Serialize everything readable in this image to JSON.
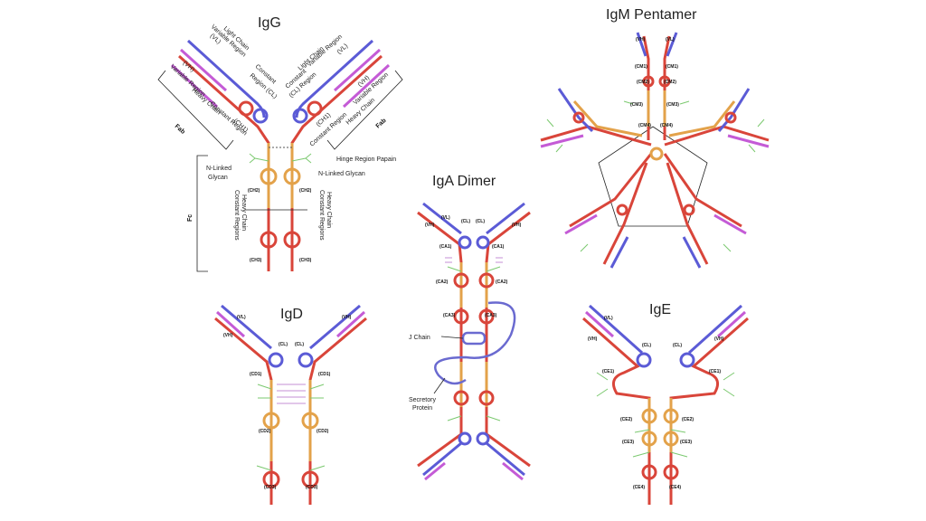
{
  "titles": {
    "igg": "IgG",
    "igm": "IgM Pentamer",
    "iga": "IgA Dimer",
    "igd": "IgD",
    "ige": "IgE"
  },
  "igg_labels": {
    "light_chain_left": "Light Chain",
    "variable_region_vl_left": "Variable Region",
    "vl_left": "(VL)",
    "constant_region_cl_left": "Constant",
    "region_cl_left": "Region (CL)",
    "vh_left": "(VH)",
    "variable_region_vh_left": "Variable Region",
    "heavy_chain_left": "Heavy Chain",
    "constant_region_left": "Constant Region",
    "ch1_left": "(CH1)",
    "fab_left": "Fab",
    "light_chain_right": "Light Chain",
    "variable_region_vl_right": "Variable Region",
    "vl_right": "(VL)",
    "constant_region_right": "Constant",
    "cl_region_right": "(CL) Region",
    "vh_right": "(VH)",
    "variable_region_vh_right": "Variable Region",
    "heavy_chain_right": "Heavy Chain",
    "constant_region_right2": "Constant Region",
    "ch1_right": "(CH1)",
    "fab_right": "Fab",
    "hinge": "Hinge Region Papain",
    "n_glycan_left": "N-Linked",
    "glycan_left": "Glycan",
    "n_glycan_right": "N-Linked Glycan",
    "fc": "Fc",
    "ch2_left": "(CH2)",
    "ch2_right": "(CH2)",
    "ch3_left": "(CH3)",
    "ch3_right": "(CH3)",
    "heavy_chain_const_left": "Heavy Chain",
    "const_regions_left": "Constant Regions",
    "heavy_chain_const_right": "Heavy Chain",
    "const_regions_right": "Constant Regions"
  },
  "iga_labels": {
    "vh_left": "(VH)",
    "vl_left": "(VL)",
    "cl_left": "(CL)",
    "cl_right": "(CL)",
    "vh_right": "(VH)",
    "ca1_left": "(CA1)",
    "ca1_right": "(CA1)",
    "ca2_left": "(CA2)",
    "ca2_right": "(CA2)",
    "ca3_left": "(CA3)",
    "ca3_right": "(CA3)",
    "j_chain": "J Chain",
    "secretory": "Secretory",
    "protein": "Protein"
  },
  "igm_labels": {
    "vh": "(VH)",
    "vl": "(VL)",
    "cm1_left": "(CM1)",
    "cm1_right": "(CM1)",
    "cm2_left": "(CM2)",
    "cm2_right": "(CM2)",
    "cm3_left": "(CM3)",
    "cm3_right": "(CM3)",
    "cm4_left": "(CM4)",
    "cm4_right": "(CM4)"
  },
  "igd_labels": {
    "vh_left": "(VH)",
    "vl_left": "(VL)",
    "cl_left": "(CL)",
    "cl_right": "(CL)",
    "vh_right": "(VH)",
    "cd1_left": "(CD1)",
    "cd1_right": "(CD1)",
    "cd2_left": "(CD2)",
    "cd2_right": "(CD2)",
    "cd3_left": "(CD3)",
    "cd3_right": "(CD3)"
  },
  "ige_labels": {
    "vh_left": "(VH)",
    "vl_left": "(VL)",
    "cl_left": "(CL)",
    "cl_right": "(CL)",
    "vh_right": "(VH)",
    "ce1_left": "(CE1)",
    "ce1_right": "(CE1)",
    "ce2_left": "(CE2)",
    "ce2_right": "(CE2)",
    "ce3_left": "(CE3)",
    "ce3_right": "(CE3)",
    "ce4_left": "(CE4)",
    "ce4_right": "(CE4)"
  },
  "colors": {
    "heavy_chain": "#d9453a",
    "heavy_chain_hinge": "#e3a24a",
    "light_chain": "#5b5bd6",
    "variable_region": "#c45bd6",
    "glycan": "#7bc96f",
    "j_chain": "#6a6ad0"
  }
}
